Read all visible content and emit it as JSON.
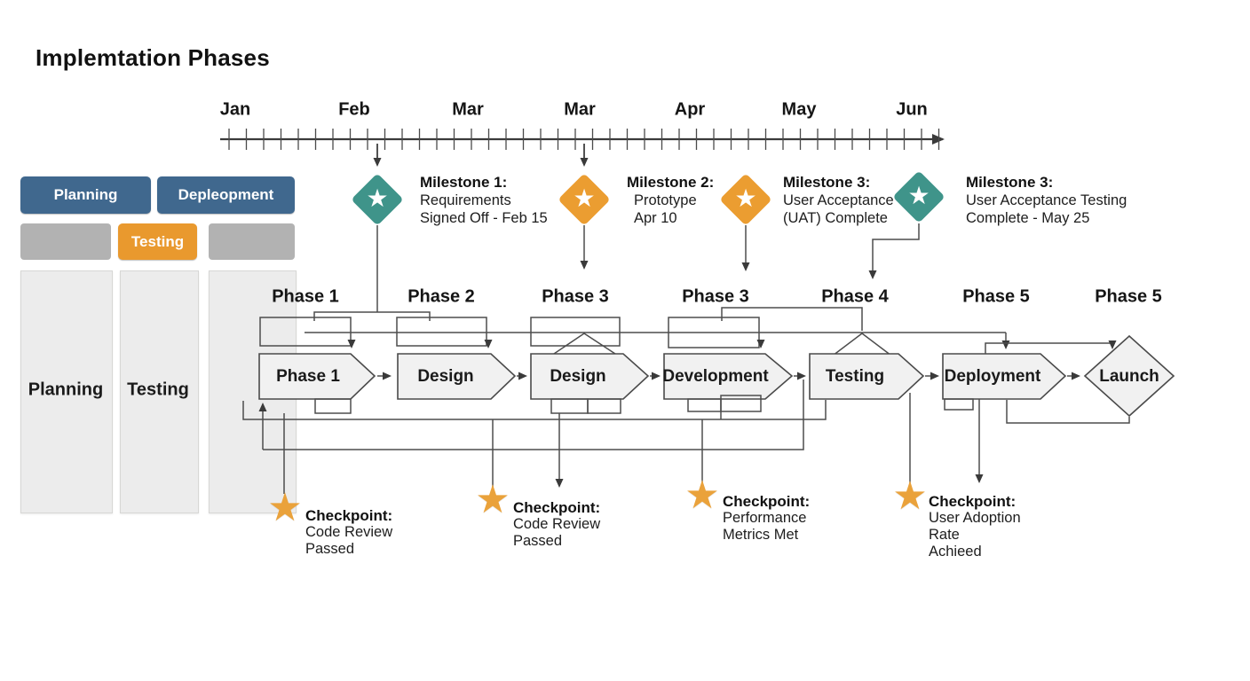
{
  "title": "Implemtation Phases",
  "timeline": {
    "months": [
      "Jan",
      "Feb",
      "Mar",
      "Mar",
      "Apr",
      "May",
      "Jun"
    ]
  },
  "legend": {
    "planning": "Planning",
    "depleopment": "Depleopment",
    "testing": "Testing"
  },
  "lanes": {
    "left": "Planning",
    "middle": "Testing"
  },
  "phase_labels": [
    "Phase 1",
    "Phase 2",
    "Phase 3",
    "Phase 3",
    "Phase 4",
    "Phase 5",
    "Phase 5"
  ],
  "flow_steps": [
    "Phase 1",
    "Design",
    "Design",
    "Development",
    "Testing",
    "Deployment",
    "Launch"
  ],
  "milestones": [
    {
      "title": "Milestone 1:",
      "body": "Requirements\nSigned Off - Feb 15",
      "color": "#3f948a"
    },
    {
      "title": "Milestone 2:",
      "body": "Prototype\nApr 10",
      "color": "#eb9d31"
    },
    {
      "title": "Milestone 3:",
      "body": "User Acceptance\n(UAT) Complete",
      "color": "#eb9d31"
    },
    {
      "title": "Milestone 3:",
      "body": "User Acceptance Testing\nComplete - May 25",
      "color": "#3f948a"
    }
  ],
  "checkpoints": [
    {
      "title": "Checkpoint:",
      "body": "Code Review\nPassed"
    },
    {
      "title": "Checkpoint:",
      "body": "Code Review\nPassed"
    },
    {
      "title": "Checkpoint:",
      "body": "Performance\nMetrics Met"
    },
    {
      "title": "Checkpoint:",
      "body": "User Adoption\nRate\nAchieed"
    }
  ],
  "glyphs": {
    "star": "★"
  },
  "colors": {
    "steel_blue": "#40688e",
    "orange": "#e9992e",
    "teal": "#3f948a",
    "legend_gray": "#b2b2b2",
    "lane_gray": "#ececec",
    "box_fill": "#f1f1f1",
    "line": "#4d4d4d",
    "checkpoint_star": "#eaa23b"
  }
}
